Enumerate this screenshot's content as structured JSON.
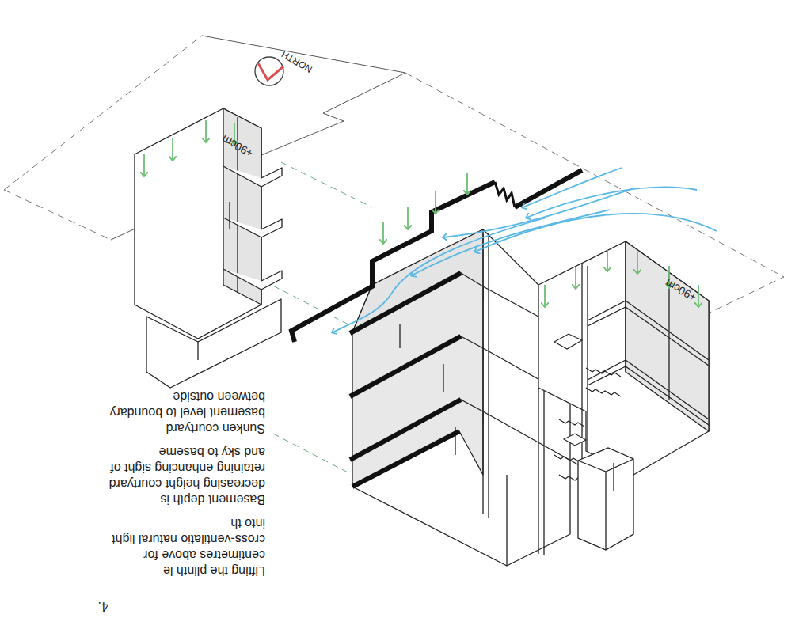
{
  "diagram": {
    "labels": [
      "4.",
      "Lifting the plinth le centimetres above for cross-ventilatio natural light into th",
      "Basement depth is decreasing height courtyard retaining enhancing sight of and sky to baseme",
      "Sunken courtyard basement level to boundary between outside",
      "+90cm",
      "+90cm",
      "NORTH"
    ]
  }
}
